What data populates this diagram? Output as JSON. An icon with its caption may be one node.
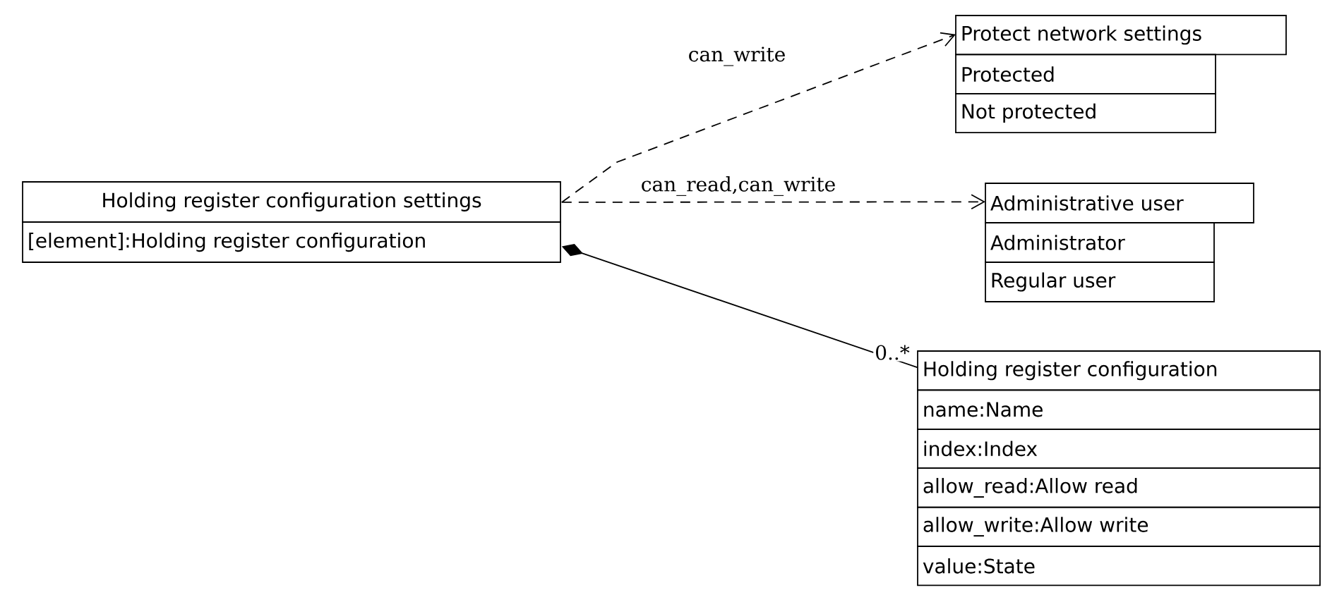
{
  "diagram": {
    "nodes": [
      {
        "text": [
          "Holding register configuration settings",
          "[element]:Holding register configuration"
        ]
      },
      {
        "text": [
          "Protect network settings",
          "Protected",
          "Not protected"
        ]
      },
      {
        "text": [
          "Administrative user",
          "Administrator",
          "Regular user"
        ]
      },
      {
        "text": [
          "Holding register configuration",
          "name:Name",
          "index:Index",
          "allow_read:Allow read",
          "allow_write:Allow write",
          "value:State"
        ]
      }
    ],
    "edges": [
      {
        "from": 0,
        "to": 1,
        "arrow": "to",
        "style": "dashed",
        "label": "can_write"
      },
      {
        "from": 0,
        "to": 2,
        "arrow": "to",
        "style": "dashed",
        "label": "can_read,can_write"
      },
      {
        "from": 0,
        "to": 3,
        "arrow": "other",
        "label": "0..*"
      }
    ]
  }
}
